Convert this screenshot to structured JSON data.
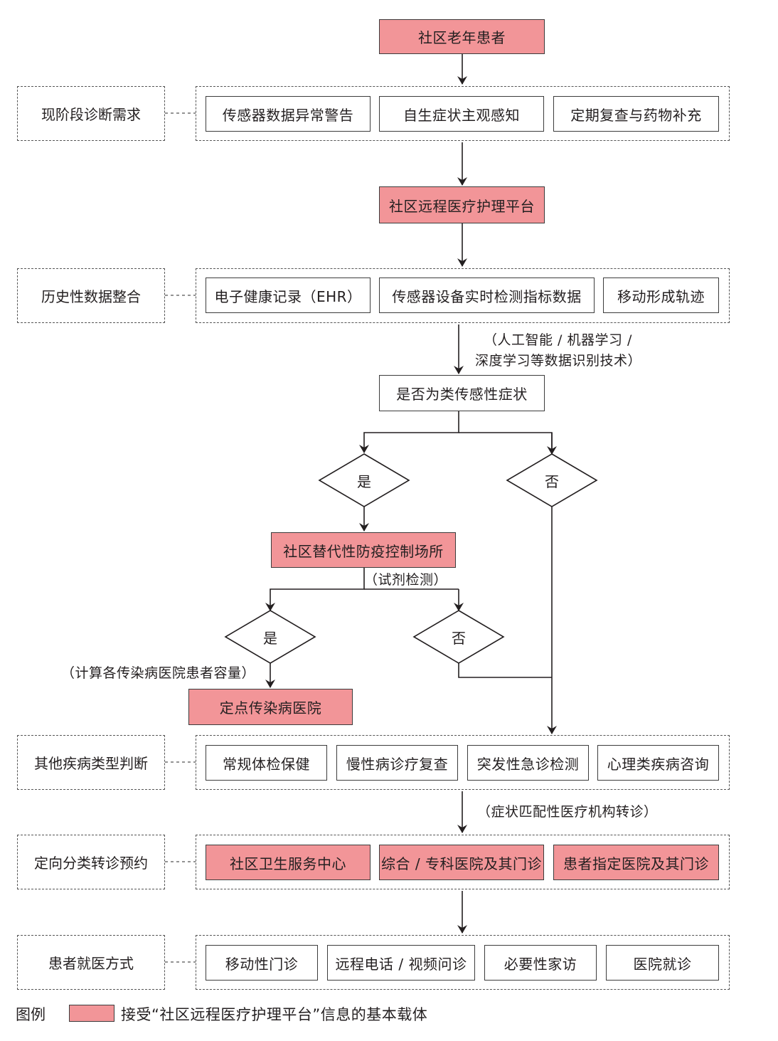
{
  "nodes": {
    "elderly": "社区老年患者",
    "platform": "社区远程医疗护理平台",
    "decision": "是否为类传感性症状",
    "alt_site": "社区替代性防疫控制场所",
    "designated": "定点传染病医院"
  },
  "stage1": {
    "label": "现阶段诊断需求",
    "items": [
      "传感器数据异常警告",
      "自生症状主观感知",
      "定期复查与药物补充"
    ]
  },
  "stage2": {
    "label": "历史性数据整合",
    "items": [
      "电子健康记录（EHR）",
      "传感器设备实时检测指标数据",
      "移动形成轨迹"
    ]
  },
  "stage3": {
    "label": "其他疾病类型判断",
    "items": [
      "常规体检保健",
      "慢性病诊疗复查",
      "突发性急诊检测",
      "心理类疾病咨询"
    ]
  },
  "stage4": {
    "label": "定向分类转诊预约",
    "items": [
      "社区卫生服务中心",
      "综合 / 专科医院及其门诊",
      "患者指定医院及其门诊"
    ]
  },
  "stage5": {
    "label": "患者就医方式",
    "items": [
      "移动性门诊",
      "远程电话 / 视频问诊",
      "必要性家访",
      "医院就诊"
    ]
  },
  "decisions": {
    "yes": "是",
    "no": "否"
  },
  "notes": {
    "ai_line1": "（人工智能 / 机器学习 /",
    "ai_line2": "深度学习等数据识别技术）",
    "test": "（试剂检测）",
    "capacity": "（计算各传染病医院患者容量）",
    "referral": "（症状匹配性医疗机构转诊）"
  },
  "legend": {
    "title": "图例",
    "text": "接受“社区远程医疗护理平台”信息的基本载体",
    "color": "#f29598"
  }
}
